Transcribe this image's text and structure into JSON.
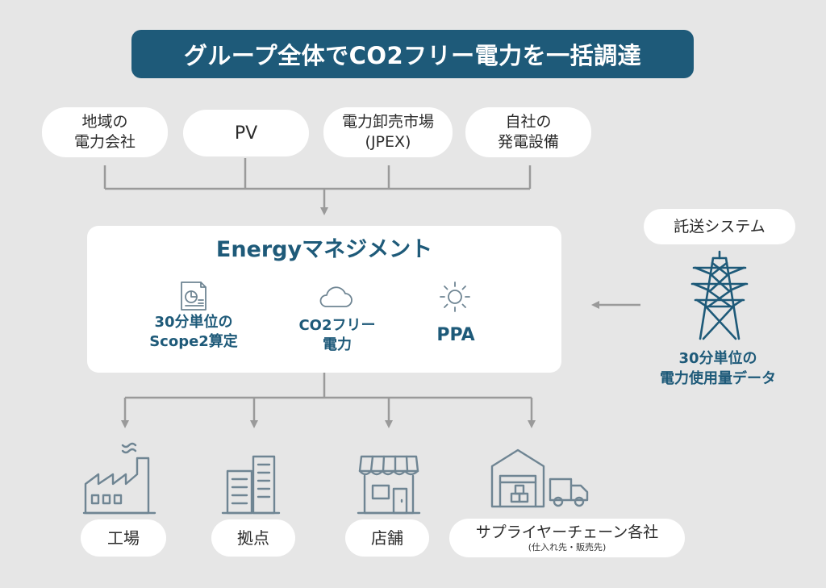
{
  "title": "グループ全体でCO2フリー電力を一括調達",
  "sources": [
    {
      "lines": [
        "地域の",
        "電力会社"
      ],
      "icon": null
    },
    {
      "lines": [
        "PV"
      ],
      "icon": null
    },
    {
      "lines": [
        "電力卸売市場",
        "(JPEX)"
      ],
      "icon": null
    },
    {
      "lines": [
        "自社の",
        "発電設備"
      ],
      "icon": null
    }
  ],
  "energy_management": {
    "title": "Energyマネジメント",
    "features": [
      {
        "lines": [
          "30分単位の",
          "Scope2算定"
        ],
        "icon": "report-chart-icon"
      },
      {
        "lines": [
          "CO2フリー",
          "電力"
        ],
        "icon": "cloud-icon"
      },
      {
        "lines": [
          "PPA"
        ],
        "icon": "sun-icon"
      }
    ]
  },
  "transmission": {
    "label": "託送システム",
    "icon": "transmission-tower-icon",
    "data_lines": [
      "30分単位の",
      "電力使用量データ"
    ]
  },
  "destinations": [
    {
      "label": "工場",
      "icon": "factory-icon"
    },
    {
      "label": "拠点",
      "icon": "office-building-icon"
    },
    {
      "label": "店舗",
      "icon": "store-icon"
    },
    {
      "label": "サプライヤーチェーン各社",
      "note": "(仕入れ先・販売先)",
      "icon": "warehouse-truck-icon"
    }
  ],
  "colors": {
    "accent": "#1e5a79",
    "background": "#e6e6e6",
    "connector": "#9a9a9a",
    "icon_line": "#6f8593"
  }
}
